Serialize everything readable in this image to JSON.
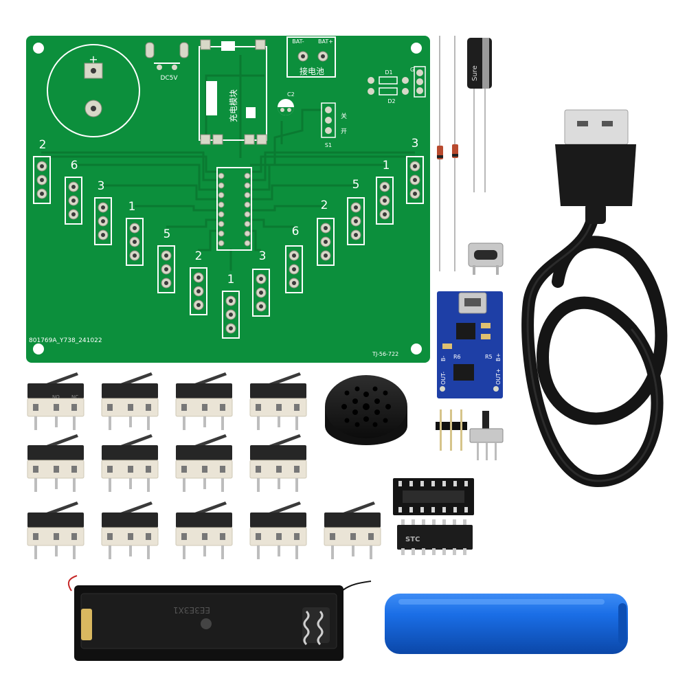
{
  "image_kind": "product photo of electronic organ DIY kit parts",
  "colors": {
    "pcb_green": "#0c8f3c",
    "pcb_trace": "#0a7a31",
    "silkscreen": "#ffffff",
    "pad_gold": "#d8d8c8",
    "module_blue": "#1e3fa6",
    "cable_black": "#151515",
    "battery_blue": "#1565d8",
    "switch_black": "#2a2a2a",
    "switch_white": "#ece6d8"
  },
  "pcb": {
    "part_number": "801769A_Y738_241022",
    "board_id": "TJ-56-722",
    "label_dc": "DC5V",
    "label_bat_neg": "BAT-",
    "label_bat_pos": "BAT+",
    "label_battery": "接电池",
    "label_charge_module": "充电模块",
    "label_off": "关",
    "label_on": "开",
    "label_switch": "S1",
    "label_d1": "D1",
    "label_d2": "D2",
    "label_g": "G",
    "label_c2": "C2",
    "label_plus": "+",
    "key_numbers": [
      "2",
      "6",
      "3",
      "1",
      "5",
      "2",
      "1",
      "3",
      "6",
      "2",
      "5",
      "1",
      "3"
    ]
  },
  "charger_module": {
    "label_r6": "R6",
    "label_r5": "R5",
    "label_out_pos": "OUT+",
    "label_b_pos": "B+",
    "label_out_neg": "OUT-",
    "label_b_neg": "B-"
  },
  "capacitor_label": "Sure",
  "ic_label": "STC",
  "battery_holder_label": "ЕЕЗЕЗХ1",
  "microswitch": {
    "label_no": "NO",
    "label_nc": "NC",
    "count": 13
  }
}
